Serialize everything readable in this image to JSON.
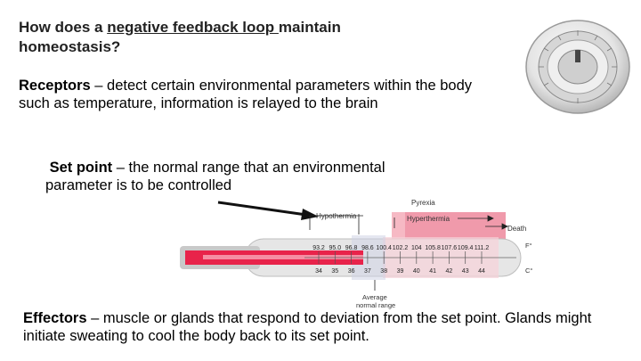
{
  "title": {
    "line1_pre": "How does a ",
    "line1_link": "negative feedback loop ",
    "line1_post": "maintain",
    "line2": "homeostasis?"
  },
  "receptors": {
    "term": "Receptors",
    "text": " – detect certain environmental parameters within the body such as temperature, information is relayed to the brain"
  },
  "set_point": {
    "term": "Set point",
    "text": " – the normal range that an environmental parameter is to be controlled"
  },
  "effectors": {
    "term": "Effectors",
    "text": " – muscle or glands that respond to deviation from the set point.  Glands might initiate sweating to cool the body back to its set point."
  },
  "thermometer": {
    "label_pyrexia": "Pyrexia",
    "label_hypothermia": "Hypothermia",
    "label_hyperthermia": "Hyperthermia",
    "label_death": "Death",
    "label_average_1": "Average",
    "label_average_2": "normal range",
    "unit_f": "F°",
    "unit_c": "C°",
    "fahrenheit": [
      "93.2",
      "95.0",
      "96.8",
      "98.6",
      "100.4",
      "102.2",
      "104",
      "105.8",
      "107.6",
      "109.4",
      "111.2"
    ],
    "celsius": [
      "34",
      "35",
      "36",
      "37",
      "38",
      "39",
      "40",
      "41",
      "42",
      "43",
      "44"
    ]
  },
  "colors": {
    "mercury": "#e8234a",
    "pink_zone": "#f6b9c4",
    "glass": "#d9d9d9",
    "arrow": "#111111"
  }
}
